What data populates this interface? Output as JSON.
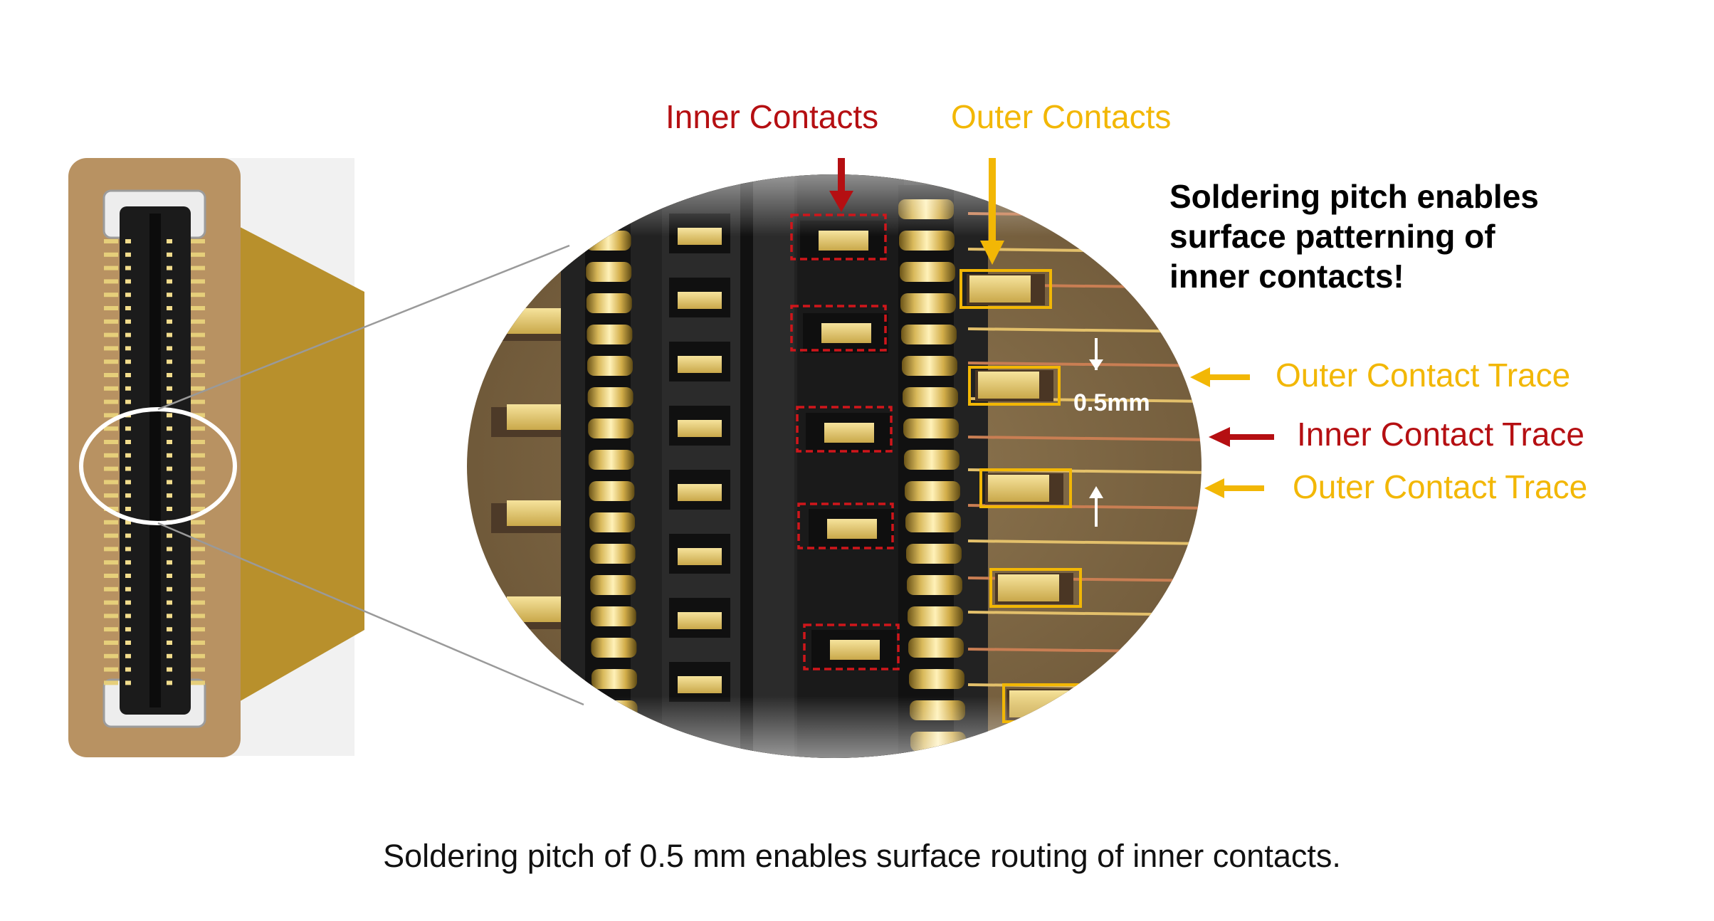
{
  "labels": {
    "inner_contacts": "Inner Contacts",
    "outer_contacts": "Outer Contacts",
    "outer_trace_top": "Outer Contact Trace",
    "inner_trace": "Inner Contact Trace",
    "outer_trace_bottom": "Outer Contact Trace",
    "pitch": "0.5mm"
  },
  "callout": {
    "line1": "Soldering pitch enables",
    "line2": "surface patterning of",
    "line3": "inner contacts!"
  },
  "caption": "Soldering pitch of 0.5 mm enables surface routing of inner contacts.",
  "colors": {
    "inner_red": "#b50f12",
    "outer_yellow": "#f2b705",
    "pcb_brown": "#b89262",
    "flex_gold": "#b8902c",
    "connector_black": "#1b1b1b",
    "contact_gold": "#e2c772"
  }
}
